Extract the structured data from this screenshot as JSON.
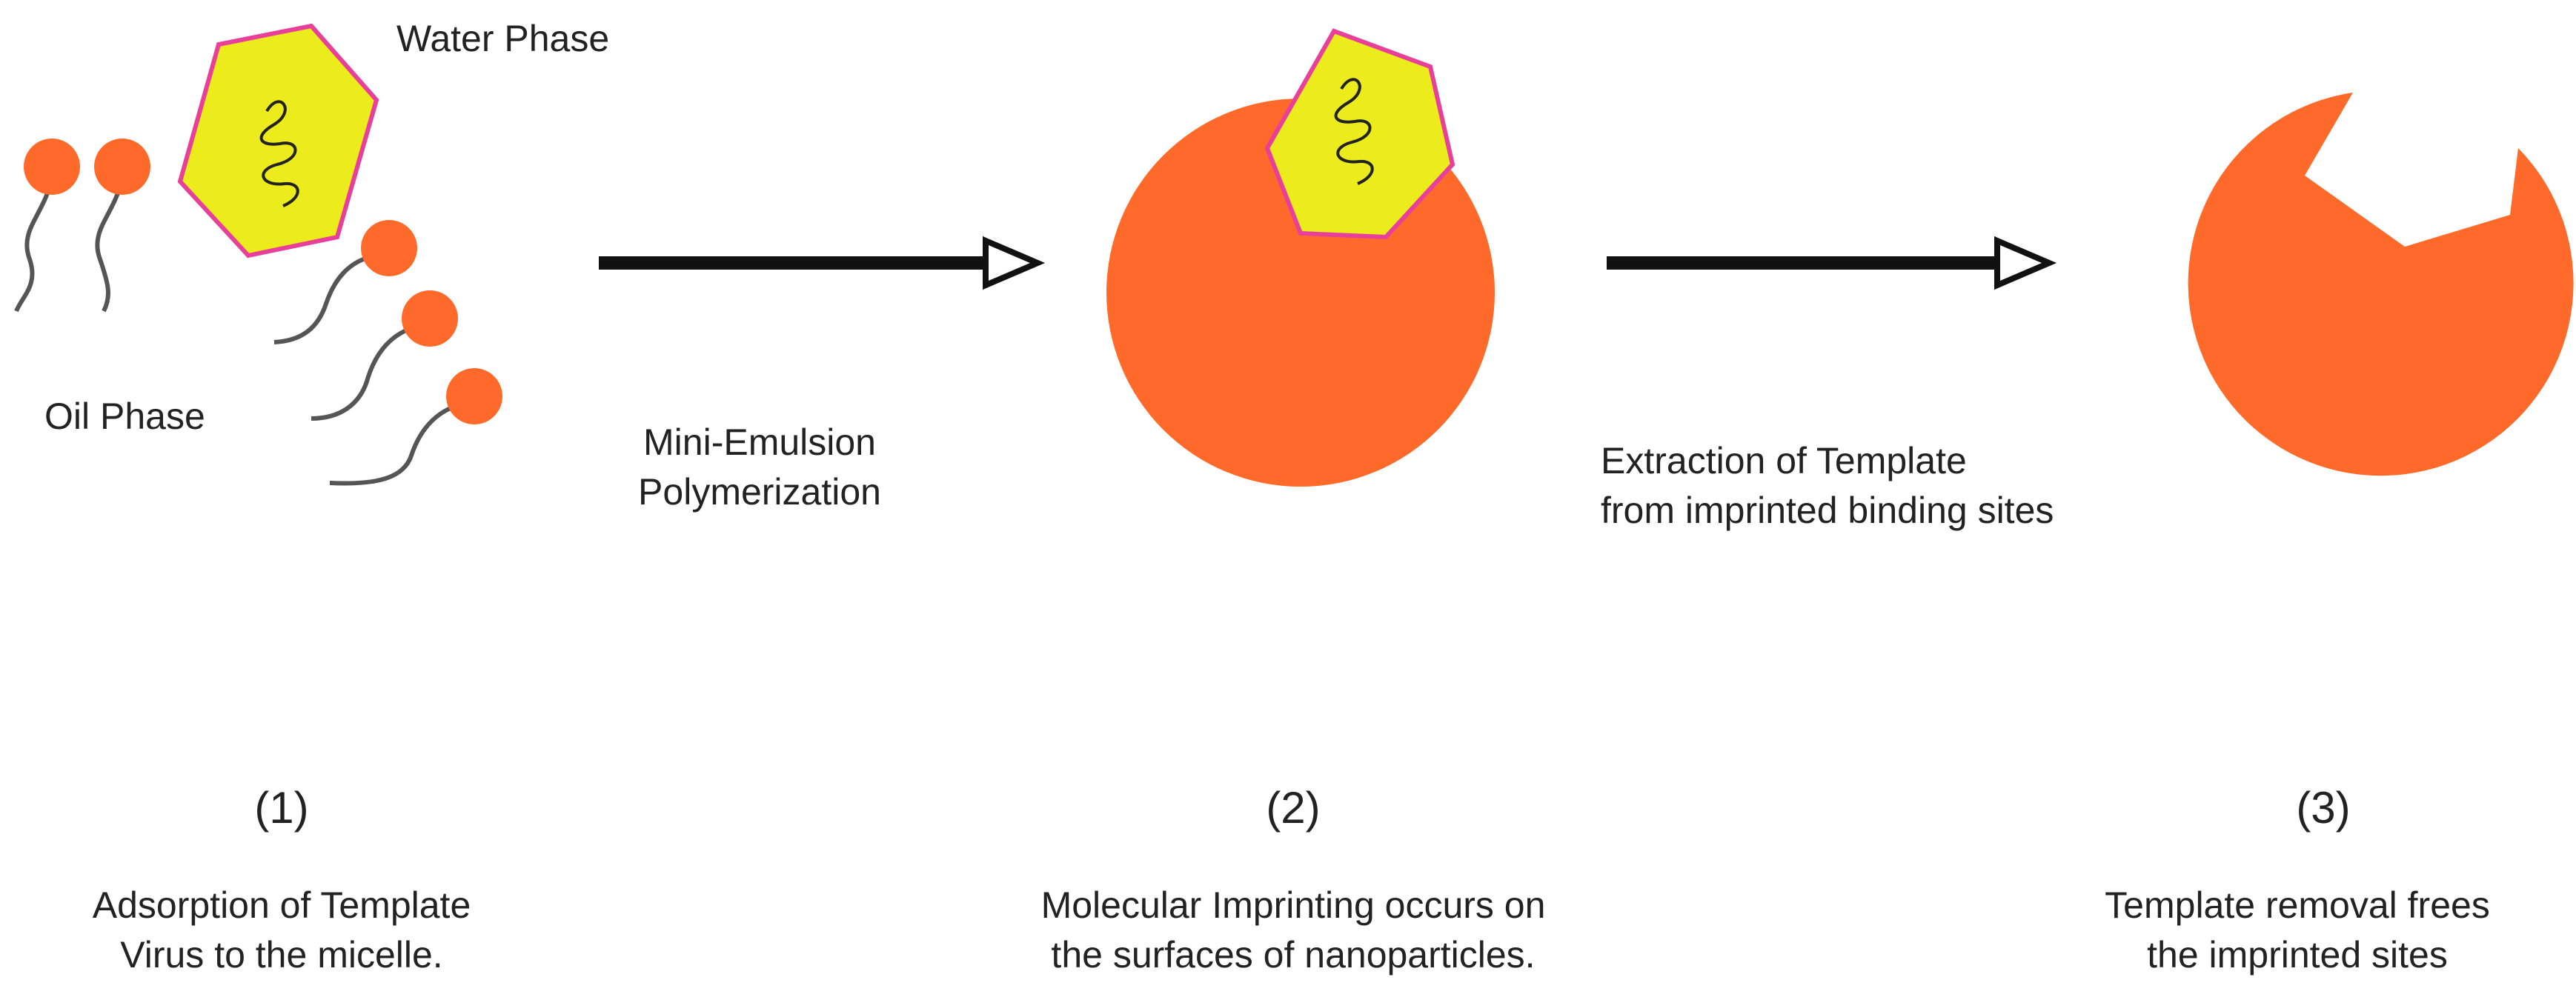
{
  "labels": {
    "water_phase": "Water Phase",
    "oil_phase": "Oil Phase",
    "arrow1_line1": "Mini-Emulsion",
    "arrow1_line2": "Polymerization",
    "arrow2_line1": "Extraction of Template",
    "arrow2_line2": "from imprinted binding sites"
  },
  "steps": [
    {
      "number": "(1)",
      "caption_line1": "Adsorption of Template",
      "caption_line2": "Virus to the micelle."
    },
    {
      "number": "(2)",
      "caption_line1": "Molecular Imprinting occurs on",
      "caption_line2": "the surfaces of nanoparticles."
    },
    {
      "number": "(3)",
      "caption_line1": "Template removal frees",
      "caption_line2": "the imprinted sites"
    }
  ],
  "colors": {
    "particle": "#ff6a2b",
    "virus_fill": "#ecec1c",
    "virus_border": "#e8409a",
    "arrow": "#111111",
    "tail": "#555555"
  }
}
